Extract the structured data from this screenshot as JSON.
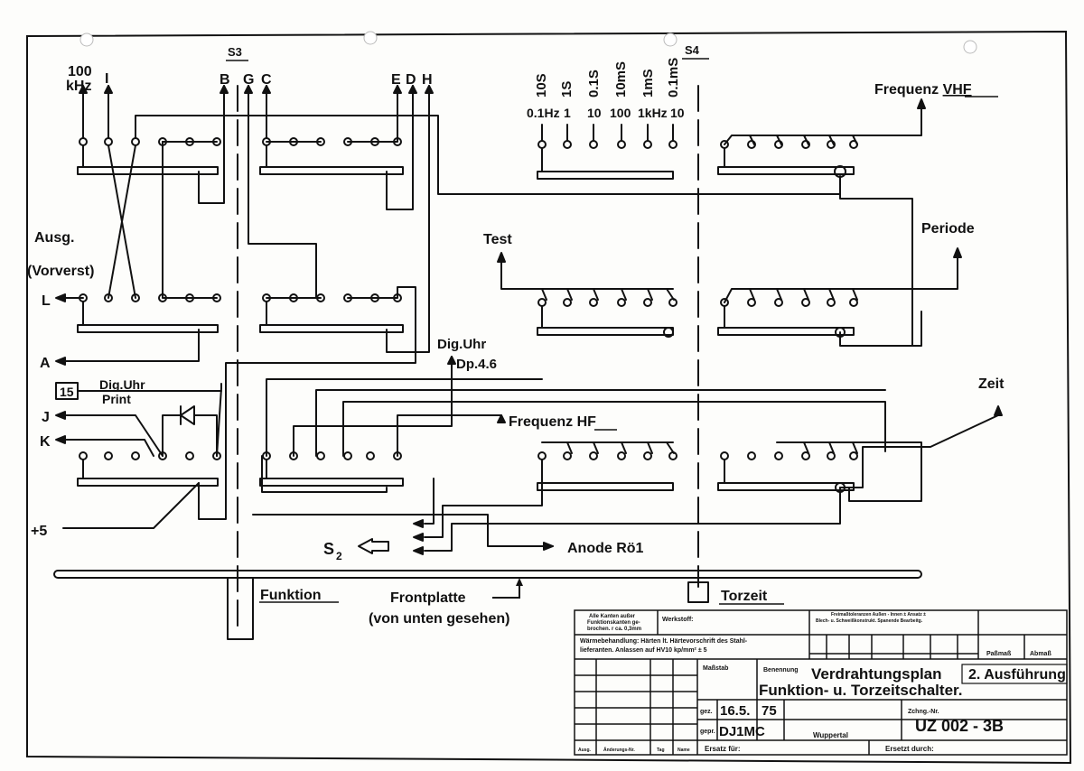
{
  "labels": {
    "s3": "S3",
    "s4": "S4",
    "s2": "S2",
    "k100": "100",
    "khz": "kHz",
    "i": "I",
    "b": "B",
    "g": "G",
    "c": "C",
    "e": "E",
    "d": "D",
    "h": "H",
    "t_10s": "10S",
    "t_1s": "1S",
    "t_01s": "0.1S",
    "t_10ms": "10mS",
    "t_1ms": "1mS",
    "t_01ms": "0.1mS",
    "f_01hz": "0.1Hz",
    "f_1": "1",
    "f_10": "10",
    "f_100": "100",
    "f_1khz": "1kHz",
    "f_10b": "10",
    "frequenz_vhf": "Frequenz",
    "vhf": "VHF",
    "periode": "Periode",
    "test": "Test",
    "ausg": "Ausg.",
    "vorverst": "(Vorverst)",
    "l": "L",
    "a": "A",
    "num15": "15",
    "dig_uhr_print_1": "Dig.Uhr",
    "dig_uhr_print_2": "Print",
    "j": "J",
    "k": "K",
    "plus5": "+5",
    "dig_uhr": "Dig.Uhr",
    "dp46": "Dp.4.6",
    "zeit": "Zeit",
    "frequenz_hf": "Frequenz",
    "hf": "HF",
    "anode": "Anode Rö1",
    "funktion": "Funktion",
    "frontplatte": "Frontplatte",
    "von_unten": "(von unten gesehen)",
    "torzeit": "Torzeit"
  },
  "title_block": {
    "alle_kanten_1": "Alle Kanten außer",
    "alle_kanten_2": "Funktionskanten ge-",
    "alle_kanten_3": "brochen.    r ca. 0,3mm",
    "werkstoff": "Werkstoff:",
    "toleranz_1": "Freimaßtoleranzen Außen - Innen ± Ansatz ±",
    "toleranz_2": "Blech- u. Schweißkonstrukt.      Spanende Bearbeitg.",
    "waerme_1": "Wärmebehandlung: Härten lt. Härtevorschrift des Stahl-",
    "waerme_2": "lieferanten.  Anlassen auf HV10       kp/mm² ± 5",
    "passmass": "Paßmaß",
    "abmass": "Abmaß",
    "massstab": "Maßstab",
    "benennung": "Benennung",
    "title_1": "Verdrahtungsplan",
    "title_2": "Funktion- u. Torzeitschalter.",
    "ausfuehrung": "2. Ausführung",
    "gez": "gez.",
    "gez_val": "16.5.",
    "year": "75",
    "gepr": "gepr.",
    "gepr_val": "DJ1MC",
    "wuppertal": "Wuppertal",
    "zchng_nr": "Zchng.-Nr.",
    "drawing_no": "UZ 002 - 3B",
    "ausg": "Ausg.",
    "aenderungs_nr": "Änderungs-Nr.",
    "tag": "Tag",
    "name": "Name",
    "ersatz_fuer": "Ersatz für:",
    "ersetzt_durch": "Ersetzt durch:"
  }
}
